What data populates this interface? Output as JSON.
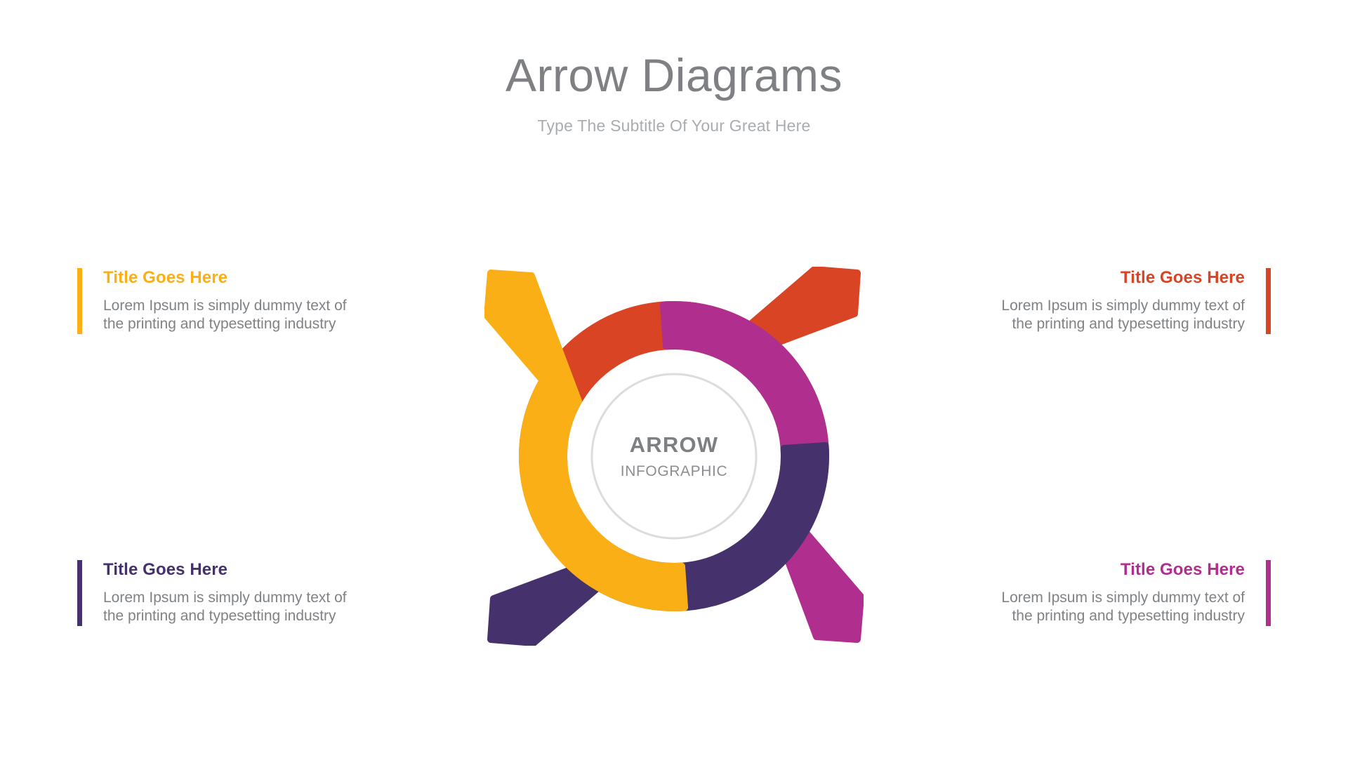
{
  "header": {
    "title": "Arrow Diagrams",
    "subtitle": "Type The Subtitle Of Your Great Here",
    "title_color": "#7e8084",
    "subtitle_color": "#a9acb0"
  },
  "center": {
    "main": "ARROW",
    "sub": "INFOGRAPHIC",
    "ring_color": "#dcdcdc"
  },
  "blocks": [
    {
      "id": "top-left",
      "position": "top-left",
      "title": "Title Goes Here",
      "body": "Lorem Ipsum is simply dummy text of the printing and typesetting industry",
      "color": "#fbaf17",
      "align": "left"
    },
    {
      "id": "top-right",
      "position": "top-right",
      "title": "Title Goes Here",
      "body": "Lorem Ipsum is simply dummy text of the printing and typesetting industry",
      "color": "#d94425",
      "align": "right"
    },
    {
      "id": "bottom-left",
      "position": "bottom-left",
      "title": "Title Goes Here",
      "body": "Lorem Ipsum is simply dummy text of the printing and typesetting industry",
      "color": "#45316b",
      "align": "left"
    },
    {
      "id": "bottom-right",
      "position": "bottom-right",
      "title": "Title Goes Here",
      "body": "Lorem Ipsum is simply dummy text of the printing and typesetting industry",
      "color": "#b02f8e",
      "align": "right"
    }
  ],
  "arrows": [
    {
      "name": "arrow-top-right",
      "color": "#d94425",
      "rotation": 0,
      "points_to": "top-right"
    },
    {
      "name": "arrow-bottom-right",
      "color": "#b02f8e",
      "rotation": 90,
      "points_to": "bottom-right"
    },
    {
      "name": "arrow-bottom-left",
      "color": "#45316b",
      "rotation": 180,
      "points_to": "bottom-left"
    },
    {
      "name": "arrow-top-left",
      "color": "#fbaf17",
      "rotation": 270,
      "points_to": "top-left"
    }
  ],
  "body_text_color": "#7f8286"
}
